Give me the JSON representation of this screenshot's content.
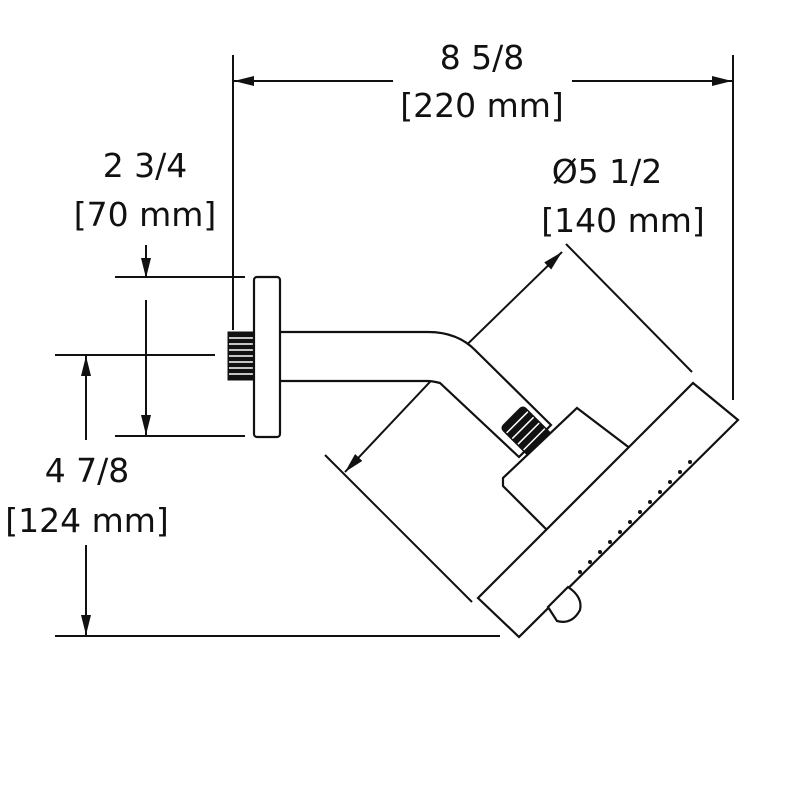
{
  "dimensions": {
    "overall_width": {
      "imperial": "8 5/8",
      "metric": "[220 mm]"
    },
    "head_diameter": {
      "imperial": "Ø5 1/2",
      "metric": "[140 mm]"
    },
    "flange_height": {
      "imperial": "2 3/4",
      "metric": "[70 mm]"
    },
    "drop_height": {
      "imperial": "4 7/8",
      "metric": "[124 mm]"
    }
  },
  "colors": {
    "line": "#111111",
    "background": "#ffffff"
  }
}
